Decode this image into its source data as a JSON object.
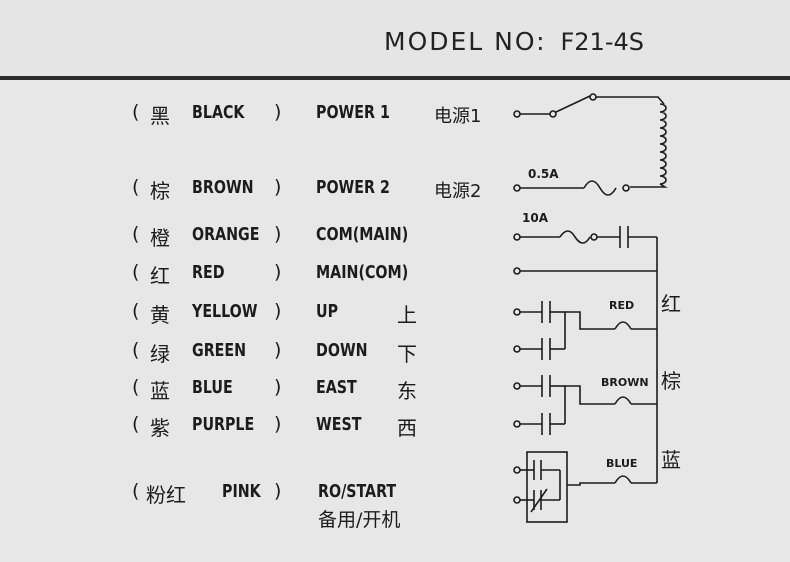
{
  "header": {
    "model_label": "MODEL NO:",
    "model_value": "F21-4S"
  },
  "rows": [
    {
      "cn": "黑",
      "color": "BLACK",
      "function": "POWER 1",
      "function_cn": "电源1"
    },
    {
      "cn": "棕",
      "color": "BROWN",
      "function": "POWER 2",
      "function_cn": "电源2"
    },
    {
      "cn": "橙",
      "color": "ORANGE",
      "function": "COM(MAIN)",
      "function_cn": ""
    },
    {
      "cn": "红",
      "color": "RED",
      "function": "MAIN(COM)",
      "function_cn": ""
    },
    {
      "cn": "黄",
      "color": "YELLOW",
      "function": "UP",
      "function_cn": "上"
    },
    {
      "cn": "绿",
      "color": "GREEN",
      "function": "DOWN",
      "function_cn": "下"
    },
    {
      "cn": "蓝",
      "color": "BLUE",
      "function": "EAST",
      "function_cn": "东"
    },
    {
      "cn": "紫",
      "color": "PURPLE",
      "function": "WEST",
      "function_cn": "西"
    }
  ],
  "pink_row": {
    "cn": "粉红",
    "color": "PINK",
    "function": "RO/START",
    "function_cn": "备用/开机"
  },
  "diagram": {
    "fuse_small": "0.5A",
    "fuse_main": "10A",
    "relay_labels": [
      "RED",
      "BROWN",
      "BLUE"
    ],
    "relay_labels_cn": [
      "红",
      "棕",
      "蓝"
    ]
  }
}
